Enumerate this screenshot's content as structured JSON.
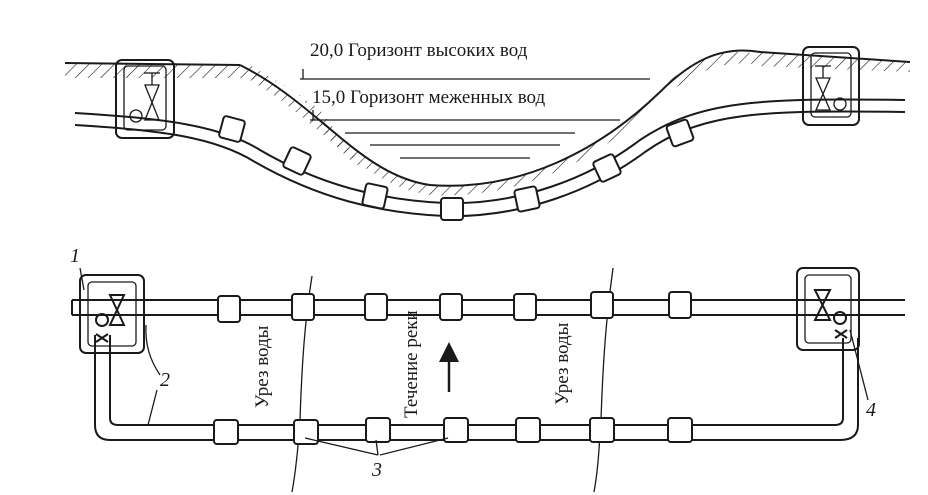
{
  "levels": {
    "high_water": "20,0 Горизонт высоких вод",
    "low_water": "15,0 Горизонт меженных вод"
  },
  "plan": {
    "water_edge_left": "Урез воды",
    "water_edge_right": "Урез воды",
    "river_flow": "Течение реки"
  },
  "callouts": {
    "n1": "1",
    "n2": "2",
    "n3": "3",
    "n4": "4"
  },
  "colors": {
    "ink": "#1a1a1a",
    "paper": "#ffffff"
  }
}
